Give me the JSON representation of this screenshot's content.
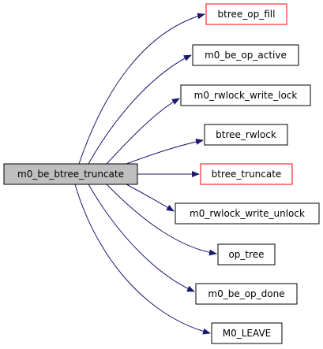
{
  "graph": {
    "root": {
      "label": "m0_be_btree_truncate",
      "fill": "#bfbfbf",
      "border": "#000000"
    },
    "callees": [
      {
        "label": "btree_op_fill",
        "border": "#ff0000"
      },
      {
        "label": "m0_be_op_active",
        "border": "#000000"
      },
      {
        "label": "m0_rwlock_write_lock",
        "border": "#000000"
      },
      {
        "label": "btree_rwlock",
        "border": "#000000"
      },
      {
        "label": "btree_truncate",
        "border": "#ff0000"
      },
      {
        "label": "m0_rwlock_write_unlock",
        "border": "#000000"
      },
      {
        "label": "op_tree",
        "border": "#000000"
      },
      {
        "label": "m0_be_op_done",
        "border": "#000000"
      },
      {
        "label": "M0_LEAVE",
        "border": "#000000"
      }
    ],
    "edge_color": "#191970"
  }
}
